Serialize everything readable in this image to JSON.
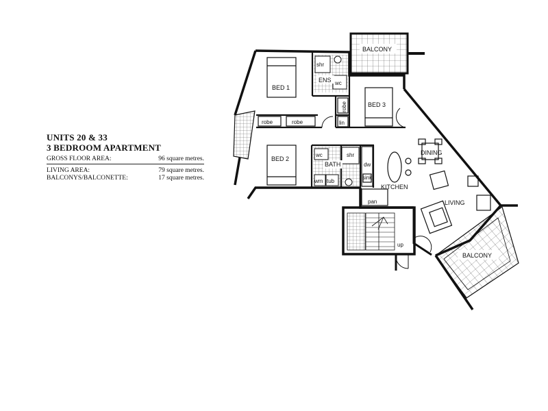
{
  "info": {
    "title_line1": "UNITS 20 & 33",
    "title_line2": "3 BEDROOM APARTMENT",
    "gross_label": "GROSS FLOOR AREA:",
    "gross_value": "96 square metres.",
    "living_label": "LIVING AREA:",
    "living_value": "79 square metres.",
    "balconies_label": "BALCONYS/BALCONETTE:",
    "balconies_value": "17 square metres."
  },
  "rooms": {
    "bed1": "BED 1",
    "bed2": "BED 2",
    "bed3": "BED 3",
    "balcony_top": "BALCONY",
    "balcony_right": "BALCONY",
    "ens": "ENS",
    "bath": "BATH",
    "kitchen": "KITCHEN",
    "dining": "DINING",
    "living": "LIVING"
  },
  "fixtures": {
    "shr_ens": "shr",
    "wc_ens": "wc",
    "shr_bath": "shr",
    "wc_bath": "wc",
    "wm": "wm",
    "tub": "tub",
    "dw": "dw",
    "sink": "sink",
    "pan": "pan",
    "up": "up",
    "lin": "lin",
    "robe_vertical": "robe",
    "robe_left": "robe",
    "robe_right": "robe"
  }
}
